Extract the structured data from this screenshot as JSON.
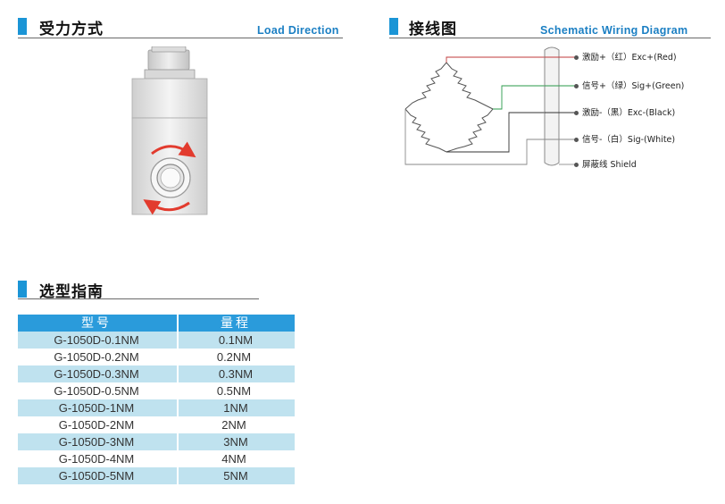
{
  "load_section": {
    "title": "受力方式",
    "subtitle": "Load Direction"
  },
  "wiring_section": {
    "title": "接线图",
    "subtitle": "Schematic Wiring Diagram",
    "wires": [
      {
        "label": "激励+（红）Exc+(Red)",
        "color": "#c0393b"
      },
      {
        "label": "信号+（绿）Sig+(Green)",
        "color": "#2a9a4a"
      },
      {
        "label": "激励-（黑）Exc-(Black)",
        "color": "#333333"
      },
      {
        "label": "信号-（白）Sig-(White)",
        "color": "#8a8a8a"
      },
      {
        "label": "屏蔽线 Shield",
        "color": "#9a9a9a"
      }
    ]
  },
  "selection_section": {
    "title": "选型指南",
    "table": {
      "headers": [
        "型号",
        "量程"
      ],
      "rows": [
        [
          "G-1050D-0.1NM",
          "0.1NM"
        ],
        [
          "G-1050D-0.2NM",
          "0.2NM"
        ],
        [
          "G-1050D-0.3NM",
          "0.3NM"
        ],
        [
          "G-1050D-0.5NM",
          "0.5NM"
        ],
        [
          "G-1050D-1NM",
          "1NM"
        ],
        [
          "G-1050D-2NM",
          "2NM"
        ],
        [
          "G-1050D-3NM",
          "3NM"
        ],
        [
          "G-1050D-4NM",
          "4NM"
        ],
        [
          "G-1050D-5NM",
          "5NM"
        ]
      ]
    }
  },
  "colors": {
    "accent": "#1b95d6",
    "header_row": "#2a9bdb",
    "shaded_row": "#bfe2ef",
    "arrow_red": "#e23b2e"
  }
}
